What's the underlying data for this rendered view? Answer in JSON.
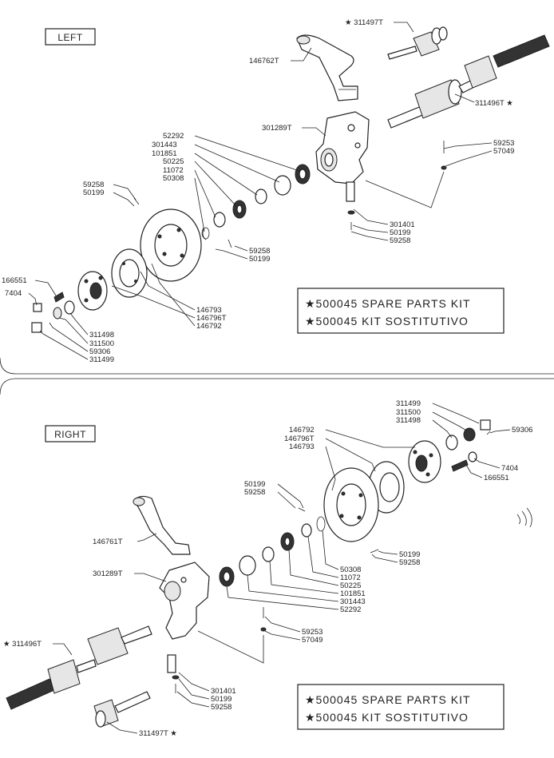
{
  "sections": [
    {
      "id": "left",
      "title": "LEFT",
      "labels": {
        "p311497": "★ 311497T",
        "p146762": "146762T",
        "p311496": "311496T ★",
        "p301289": "301289T",
        "p52292": "52292",
        "p301443": "301443",
        "p101851": "101851",
        "p50225": "50225",
        "p11072": "11072",
        "p50308": "50308",
        "p59253": "59253",
        "p57049": "57049",
        "p59258a": "59258",
        "p50199a": "50199",
        "p301401": "301401",
        "p50199b": "50199",
        "p59258b": "59258",
        "p59258c": "59258",
        "p50199c": "50199",
        "p166551": "166551",
        "p7404": "7404",
        "p146793": "146793",
        "p146796": "146796T",
        "p146792": "146792",
        "p311498": "311498",
        "p311500": "311500",
        "p59306": "59306",
        "p311499": "311499"
      },
      "kit": [
        "★500045  SPARE  PARTS  KIT",
        "★500045  KIT  SOSTITUTIVO"
      ]
    },
    {
      "id": "right",
      "title": "RIGHT",
      "labels": {
        "p311499": "311499",
        "p311500": "311500",
        "p311498": "311498",
        "p59306": "59306",
        "p146792": "146792",
        "p146796": "146796T",
        "p146793": "146793",
        "p7404": "7404",
        "p166551": "166551",
        "p50199a": "50199",
        "p59258a": "59258",
        "p146761": "146761T",
        "p50199b": "50199",
        "p59258b": "59258",
        "p301289": "301289T",
        "p50308": "50308",
        "p11072": "11072",
        "p50225": "50225",
        "p101851": "101851",
        "p301443": "301443",
        "p52292": "52292",
        "p59253": "59253",
        "p57049": "57049",
        "p311496": "★ 311496T",
        "p301401": "301401",
        "p50199c": "50199",
        "p59258c": "59258",
        "p311497": "311497T ★"
      },
      "kit": [
        "★500045  SPARE  PARTS  KIT",
        "★500045  KIT  SOSTITUTIVO"
      ]
    }
  ]
}
